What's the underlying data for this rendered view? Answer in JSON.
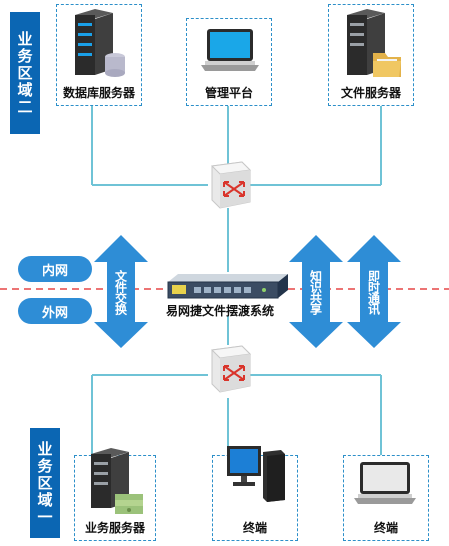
{
  "zones": {
    "top_label": "业务区域二",
    "bottom_label": "业务区域一"
  },
  "top_nodes": {
    "db_server": "数据库服务器",
    "mgmt_platform": "管理平台",
    "file_server": "文件服务器"
  },
  "bottom_nodes": {
    "biz_server": "业务服务器",
    "terminal_a": "终端",
    "terminal_b": "终端"
  },
  "network": {
    "inner": "内网",
    "outer": "外网"
  },
  "gateway": {
    "caption": "易网捷文件摆渡系统"
  },
  "flows": {
    "file_exchange": "文件交换",
    "knowledge_share": "知识共享",
    "instant_comm": "即时通讯"
  },
  "colors": {
    "zone_blue": "#0b66b3",
    "pill_blue": "#2e8dd6",
    "arrow_blue": "#2e8dd6",
    "line_cyan": "#6fc3d6",
    "divider_red": "#e02020"
  }
}
